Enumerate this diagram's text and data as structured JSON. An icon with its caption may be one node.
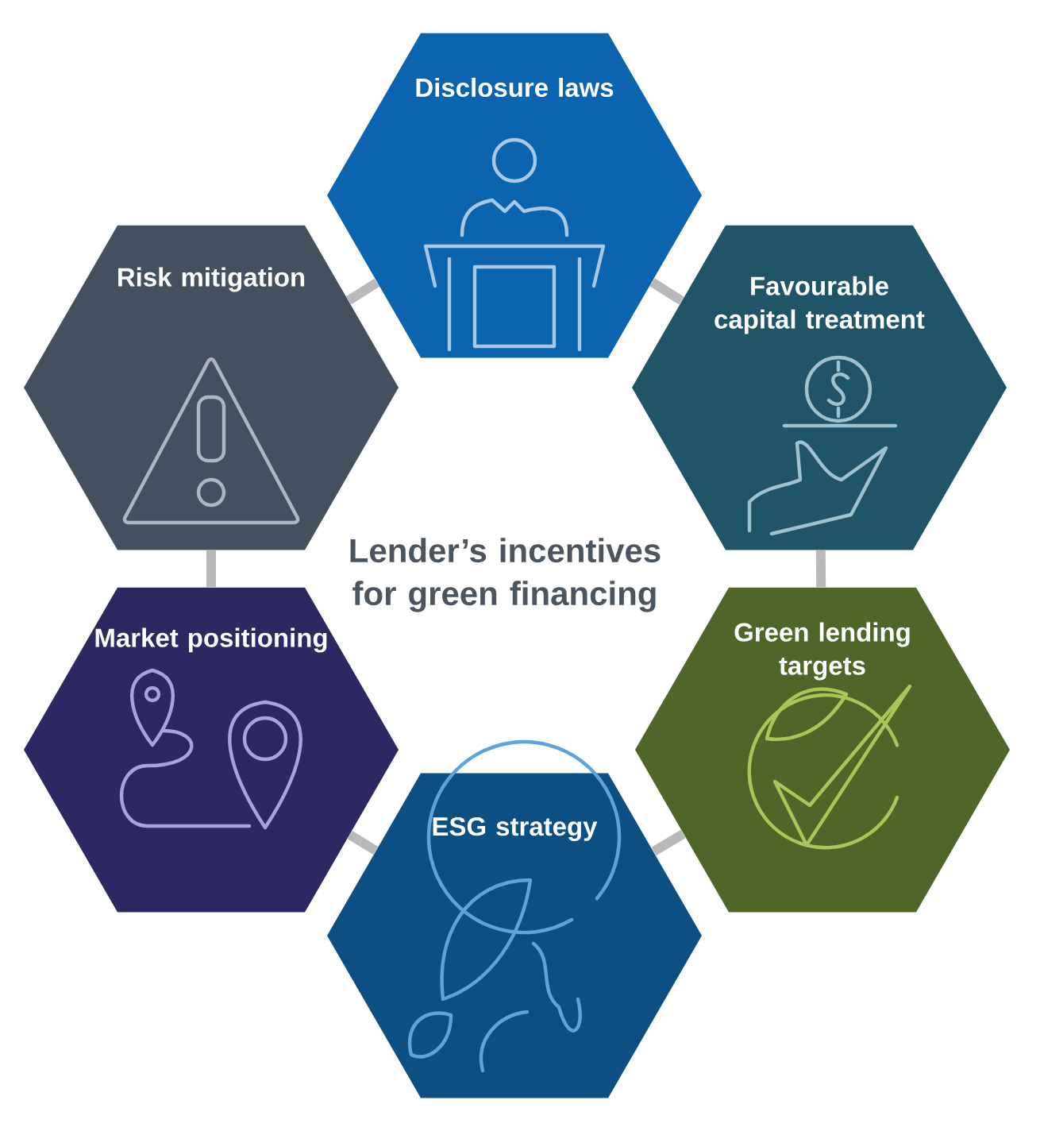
{
  "diagram": {
    "title": "Lender’s incentives for green financing",
    "nodes": [
      {
        "text": [
          "Disclosure laws"
        ]
      },
      {
        "text": [
          "Risk mitigation"
        ]
      },
      {
        "text": [
          "Favourable capital treatment"
        ]
      },
      {
        "text": [
          "Market positioning"
        ]
      },
      {
        "text": [
          "Green lending targets"
        ]
      },
      {
        "text": [
          "ESG strategy"
        ]
      }
    ],
    "edges": [
      {
        "from": 1,
        "to": 0,
        "arrow": "none"
      },
      {
        "from": 0,
        "to": 2,
        "arrow": "none"
      },
      {
        "from": 2,
        "to": 4,
        "arrow": "none"
      },
      {
        "from": 4,
        "to": 5,
        "arrow": "none"
      },
      {
        "from": 5,
        "to": 3,
        "arrow": "none"
      },
      {
        "from": 3,
        "to": 1,
        "arrow": "none"
      }
    ]
  }
}
